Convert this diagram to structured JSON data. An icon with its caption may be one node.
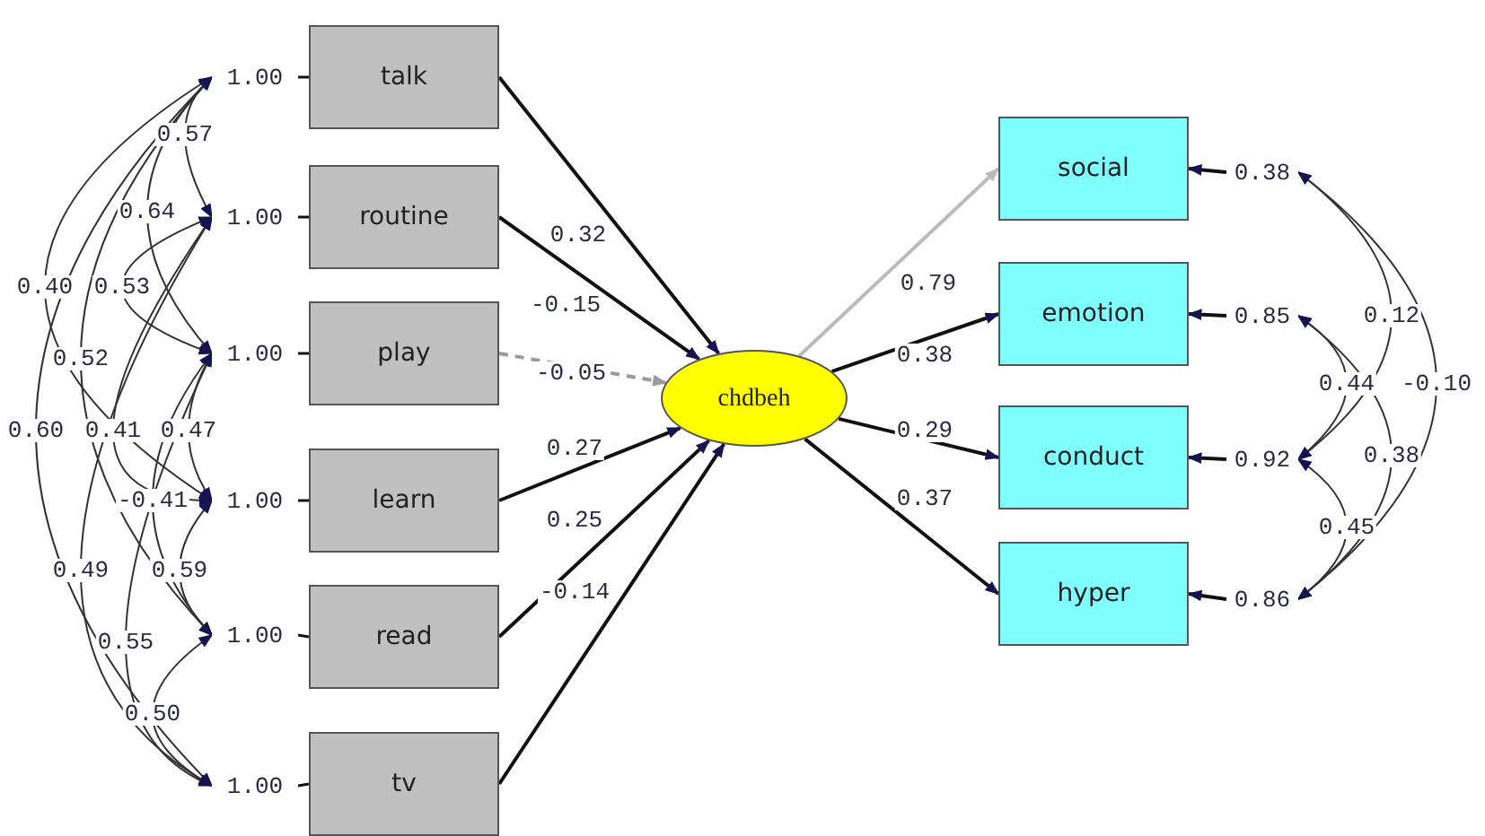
{
  "diagram": {
    "nodes": [
      {
        "text": [
          "talk"
        ]
      },
      {
        "text": [
          "routine"
        ]
      },
      {
        "text": [
          "play"
        ]
      },
      {
        "text": [
          "learn"
        ]
      },
      {
        "text": [
          "read"
        ]
      },
      {
        "text": [
          "tv"
        ]
      },
      {
        "text": [
          "chdbeh"
        ]
      },
      {
        "text": [
          "social"
        ]
      },
      {
        "text": [
          "emotion"
        ]
      },
      {
        "text": [
          "conduct"
        ]
      },
      {
        "text": [
          "hyper"
        ]
      },
      {
        "text": [
          "1.00"
        ]
      },
      {
        "text": [
          "1.00"
        ]
      },
      {
        "text": [
          "1.00"
        ]
      },
      {
        "text": [
          "1.00"
        ]
      },
      {
        "text": [
          "1.00"
        ]
      },
      {
        "text": [
          "1.00"
        ]
      },
      {
        "text": [
          "0.38"
        ]
      },
      {
        "text": [
          "0.85"
        ]
      },
      {
        "text": [
          "0.92"
        ]
      },
      {
        "text": [
          "0.86"
        ]
      }
    ],
    "edges": [
      {
        "from": 0,
        "to": 6,
        "arrow": "to",
        "label": "0.32"
      },
      {
        "from": 1,
        "to": 6,
        "arrow": "to",
        "label": "-0.15"
      },
      {
        "from": 2,
        "to": 6,
        "arrow": "to",
        "label": "-0.05",
        "style": "dashed",
        "color": "#9a9a9a"
      },
      {
        "from": 3,
        "to": 6,
        "arrow": "to",
        "label": "0.27"
      },
      {
        "from": 4,
        "to": 6,
        "arrow": "to",
        "label": "0.25"
      },
      {
        "from": 5,
        "to": 6,
        "arrow": "to",
        "label": "-0.14"
      },
      {
        "from": 6,
        "to": 7,
        "arrow": "to",
        "label": "0.79",
        "color": "#bbbbbb"
      },
      {
        "from": 6,
        "to": 8,
        "arrow": "to",
        "label": "0.38"
      },
      {
        "from": 6,
        "to": 9,
        "arrow": "to",
        "label": "0.29"
      },
      {
        "from": 6,
        "to": 10,
        "arrow": "to",
        "label": "0.37"
      },
      {
        "from": 11,
        "to": 0,
        "arrow": "none"
      },
      {
        "from": 12,
        "to": 1,
        "arrow": "none"
      },
      {
        "from": 13,
        "to": 2,
        "arrow": "none"
      },
      {
        "from": 14,
        "to": 3,
        "arrow": "none"
      },
      {
        "from": 15,
        "to": 4,
        "arrow": "none"
      },
      {
        "from": 16,
        "to": 5,
        "arrow": "none"
      },
      {
        "from": 17,
        "to": 7,
        "arrow": "to"
      },
      {
        "from": 18,
        "to": 8,
        "arrow": "to"
      },
      {
        "from": 19,
        "to": 9,
        "arrow": "to"
      },
      {
        "from": 20,
        "to": 10,
        "arrow": "to"
      },
      {
        "from": 11,
        "to": 12,
        "arrow": "both",
        "label": "0.57"
      },
      {
        "from": 11,
        "to": 13,
        "arrow": "both",
        "label": "0.64"
      },
      {
        "from": 11,
        "to": 14,
        "arrow": "both",
        "label": "0.40"
      },
      {
        "from": 12,
        "to": 13,
        "arrow": "both",
        "label": "0.53"
      },
      {
        "from": 11,
        "to": 15,
        "arrow": "both",
        "label": "0.52"
      },
      {
        "from": 11,
        "to": 16,
        "arrow": "both",
        "label": "0.60"
      },
      {
        "from": 12,
        "to": 14,
        "arrow": "both",
        "label": "0.41"
      },
      {
        "from": 13,
        "to": 14,
        "arrow": "both",
        "label": "0.47"
      },
      {
        "from": 13,
        "to": 15,
        "arrow": "both",
        "label": "-0.41"
      },
      {
        "from": 12,
        "to": 16,
        "arrow": "both",
        "label": "0.49"
      },
      {
        "from": 14,
        "to": 15,
        "arrow": "both",
        "label": "0.59"
      },
      {
        "from": 13,
        "to": 16,
        "arrow": "both",
        "label": "0.55"
      },
      {
        "from": 15,
        "to": 16,
        "arrow": "both",
        "label": "0.50"
      },
      {
        "from": 17,
        "to": 19,
        "arrow": "both",
        "label": "0.12"
      },
      {
        "from": 18,
        "to": 19,
        "arrow": "both",
        "label": "0.44"
      },
      {
        "from": 17,
        "to": 20,
        "arrow": "both",
        "label": "-0.10"
      },
      {
        "from": 18,
        "to": 20,
        "arrow": "both",
        "label": "0.38"
      },
      {
        "from": 19,
        "to": 20,
        "arrow": "both",
        "label": "0.45"
      }
    ]
  }
}
